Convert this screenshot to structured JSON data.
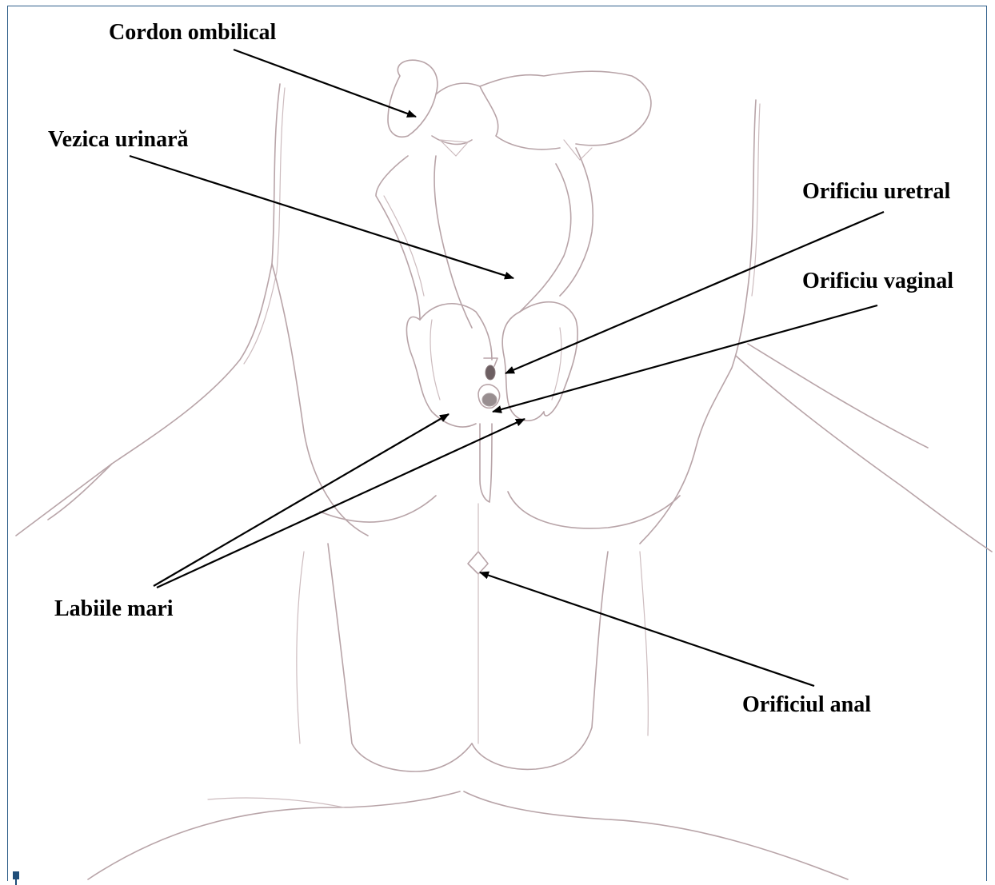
{
  "labels": {
    "cordon": "Cordon ombilical",
    "vezica": "Vezica urinară",
    "uretral": "Orificiu uretral",
    "vaginal": "Orificiu vaginal",
    "labiile": "Labiile mari",
    "anal": "Orificiul anal"
  },
  "colors": {
    "sketch": "#b8a4a8",
    "arrow": "#000000",
    "frame": "#2f5f8a"
  }
}
